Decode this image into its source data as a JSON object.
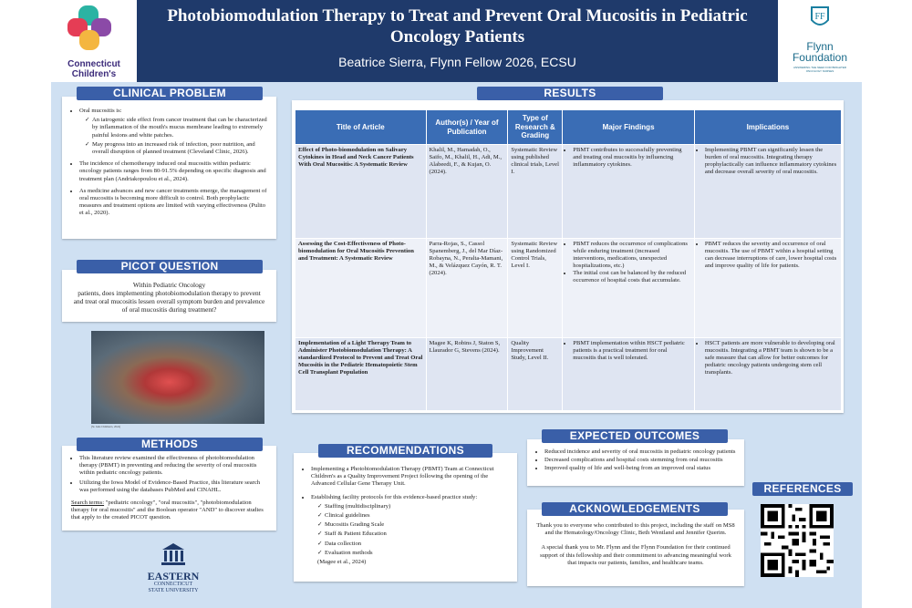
{
  "header": {
    "title": "Photobiomodulation Therapy to Treat and Prevent Oral Mucositis in Pediatric Oncology Patients",
    "author": "Beatrice Sierra, Flynn Fellow 2026, ECSU"
  },
  "logos": {
    "left_line1": "Connecticut",
    "left_line2": "Children's",
    "right_line1": "Flynn",
    "right_line2": "Foundation",
    "right_tagline": "ANSWERING THE NEED FOR BRIGHTER ONCOLOGY NURSES",
    "bottom_line1": "EASTERN",
    "bottom_line2": "CONNECTICUT",
    "bottom_line3": "STATE UNIVERSITY"
  },
  "clinical": {
    "title": "CLINICAL PROBLEM",
    "lead": "Oral mucositis is:",
    "sub1": "An iatrogenic side effect from cancer treatment that can be characterized by inflammation of the mouth's mucus membrane leading to extremely painful lesions and white patches.",
    "sub2": "May progress into an increased risk of infection, poor nutrition, and overall disruption of planned treatment (Cleveland Clinic, 2026).",
    "b2": "The incidence of chemotherapy induced oral mucositis within pediatric oncology patients ranges from 80-91.5% depending on specific diagnosis and treatment plan (Andriakopoulou et al., 2024).",
    "b3": "As medicine advances and new cancer treatments emerge, the management of oral mucositis is becoming more difficult to control. Both prophylactic measures and treatment options are limited with varying effectiveness (Pulito et al., 2020)."
  },
  "picot": {
    "title": "PICOT QUESTION",
    "line1": "Within Pediatric Oncology",
    "line2": "patients, does implementing photobiomodulation therapy to prevent and treat oral mucositis lessen overall symptom burden and prevalence of oral mucositis during treatment?"
  },
  "photo": {
    "credit": "(St. Jude Children's, 2024)"
  },
  "methods": {
    "title": "METHODS",
    "b1": "This literature review examined the effectiveness of photobiomodulation therapy (PBMT) in preventing and reducing the severity of oral mucositis within pediatric oncology patients.",
    "b2": "Utilizing the Iowa Model of Evidence-Based Practice, this literature search was performed using the databases PubMed and CINAHL.",
    "terms_label": "Search terms:",
    "terms": " \"pediatric oncology\", \"oral mucositis\", \"photobiomodulation therapy for oral mucositis\" and the Boolean operator \"AND\" to discover studies that apply to the created PICOT question."
  },
  "results": {
    "title": "RESULTS",
    "headers": [
      "Title of Article",
      "Author(s) / Year of Publication",
      "Type of Research & Grading",
      "Major Findings",
      "Implications"
    ],
    "rows": [
      {
        "title": "Effect of Photo-biomodulation on Salivary Cytokines in Head and Neck Cancer Patients With Oral Mucositis: A Systematic Review",
        "authors": "Khalil, M., Hamadah, O., Saifo, M., Khalil, H., Adi, M., Alabeedi, F., & Kujan, O. (2024).",
        "type": "Systematic Review using published clinical trials, Level I.",
        "f1": "PBMT contributes to successfully preventing and treating oral mucositis by influencing inflammatory cytokines.",
        "f2": "",
        "impl": "Implementing PBMT can significantly lessen the burden of oral mucositis. Integrating therapy prophylactically can influence inflammatory cytokines and decrease overall severity of oral mucositis."
      },
      {
        "title": "Assessing the Cost-Effectiveness of Photo-biomodulation for Oral Mucositis Prevention and Treatment: A Systematic Review",
        "authors": "Parra-Rojas, S., Cassol Spanemberg, J., del Mar Díaz-Robayna, N., Peralta-Mamani, M., & Velázquez Cayón, R. T. (2024).",
        "type": "Systematic Review using Randomized Control Trials, Level I.",
        "f1": "PBMT reduces the occurrence of complications while enduring treatment (increased interventions, medications, unexpected hospitalizations, etc.)",
        "f2": "The initial cost can be balanced by the reduced occurrence of hospital costs that accumulate.",
        "impl": "PBMT reduces the severity and occurrence of oral mucositis. The use of PBMT within a hospital setting can decrease interruptions of care, lower hospital costs and improve quality of life for patients."
      },
      {
        "title": "Implementation of a Light Therapy Team to Administer Photobiomodulation Therapy: A standardized Protocol to Prevent and Treat Oral Mucositis in the Pediatric Hematopoietic Stem Cell Transplant Population",
        "authors": "Magee K, Robins J, Staton S, Llaurador G, Stevens (2024).",
        "type": "Quality Improvement Study, Level II.",
        "f1": "PBMT implementation within HSCT pediatric patients is a practical treatment for oral mucositis that is well tolerated.",
        "f2": "",
        "impl": "HSCT patients are more vulnerable to developing oral mucositis. Integrating a PBMT team is shown to be a safe measure that can allow for better outcomes for pediatric oncology patients undergoing stem cell transplants."
      }
    ]
  },
  "recommendations": {
    "title": "RECOMMENDATIONS",
    "b1": "Implementing a Photobiomodulation Therapy (PBMT) Team at Connecticut Children's as a Quality Improvement Project following the opening of the Advanced Cellular Gene Therapy Unit.",
    "b2": "Establishing facility protocols for this evidence-based practice study:",
    "checks": [
      "Staffing (multidisciplinary)",
      "Clinical guidelines",
      "Mucositis Grading Scale",
      "Staff & Patient Education",
      "Data collection",
      "Evaluation methods"
    ],
    "cite": "(Magee et al., 2024)"
  },
  "outcomes": {
    "title": "EXPECTED OUTCOMES",
    "b1": "Reduced incidence and severity of oral mucositis in pediatric oncology patients",
    "b2": "Decreased complications and hospital costs stemming from oral mucositis",
    "b3": "Improved quality of life and well-being from an improved oral status"
  },
  "ack": {
    "title": "ACKNOWLEDGEMENTS",
    "p1": "Thank you to everyone who contributed to this project, including the staff on MS8 and the Hematology/Oncology Clinic, Beth Wentland and Jennifer Querim.",
    "p2": "A special thank you to Mr. Flynn and the Flynn Foundation for their continued support of this fellowship and their commitment to advancing meaningful work that impacts our patients, families, and healthcare teams."
  },
  "references": {
    "title": "REFERENCES"
  },
  "colors": {
    "header": "#1f3a6b",
    "section": "#3a5fa8",
    "background": "#cfe0f2"
  }
}
